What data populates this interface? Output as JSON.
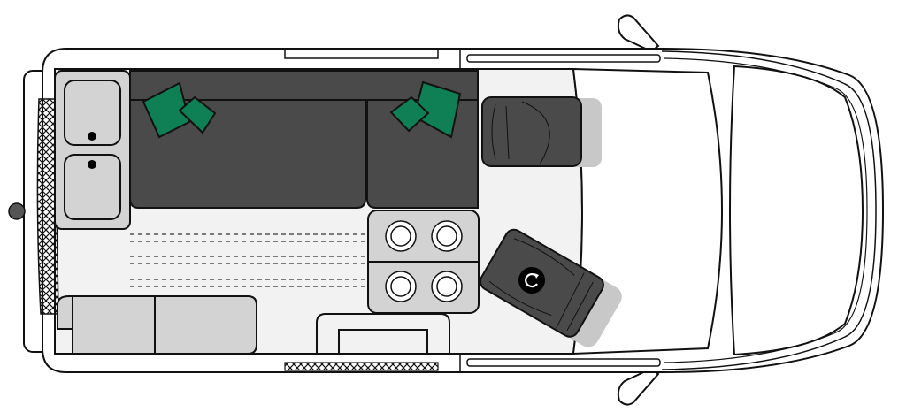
{
  "diagram": {
    "type": "camper-van-floor-plan",
    "orientation": "front-right",
    "colors": {
      "outline": "#111111",
      "body": "#ffffff",
      "floor": "#f2f2f2",
      "upholstery": "#4a4a4a",
      "furniture": "#d3d3d3",
      "cushion": "#0f7f55",
      "hitch": "#555555"
    },
    "components": [
      {
        "id": "rear-ladder",
        "icon": "crosshatch"
      },
      {
        "id": "sink-unit",
        "basins": 2
      },
      {
        "id": "l-bench-sofa",
        "cushions": 4
      },
      {
        "id": "stove",
        "burners": 4
      },
      {
        "id": "storage-bench"
      },
      {
        "id": "cabinet"
      },
      {
        "id": "driver-seat"
      },
      {
        "id": "passenger-seat-swivel",
        "icon": "rotate-icon"
      }
    ]
  }
}
